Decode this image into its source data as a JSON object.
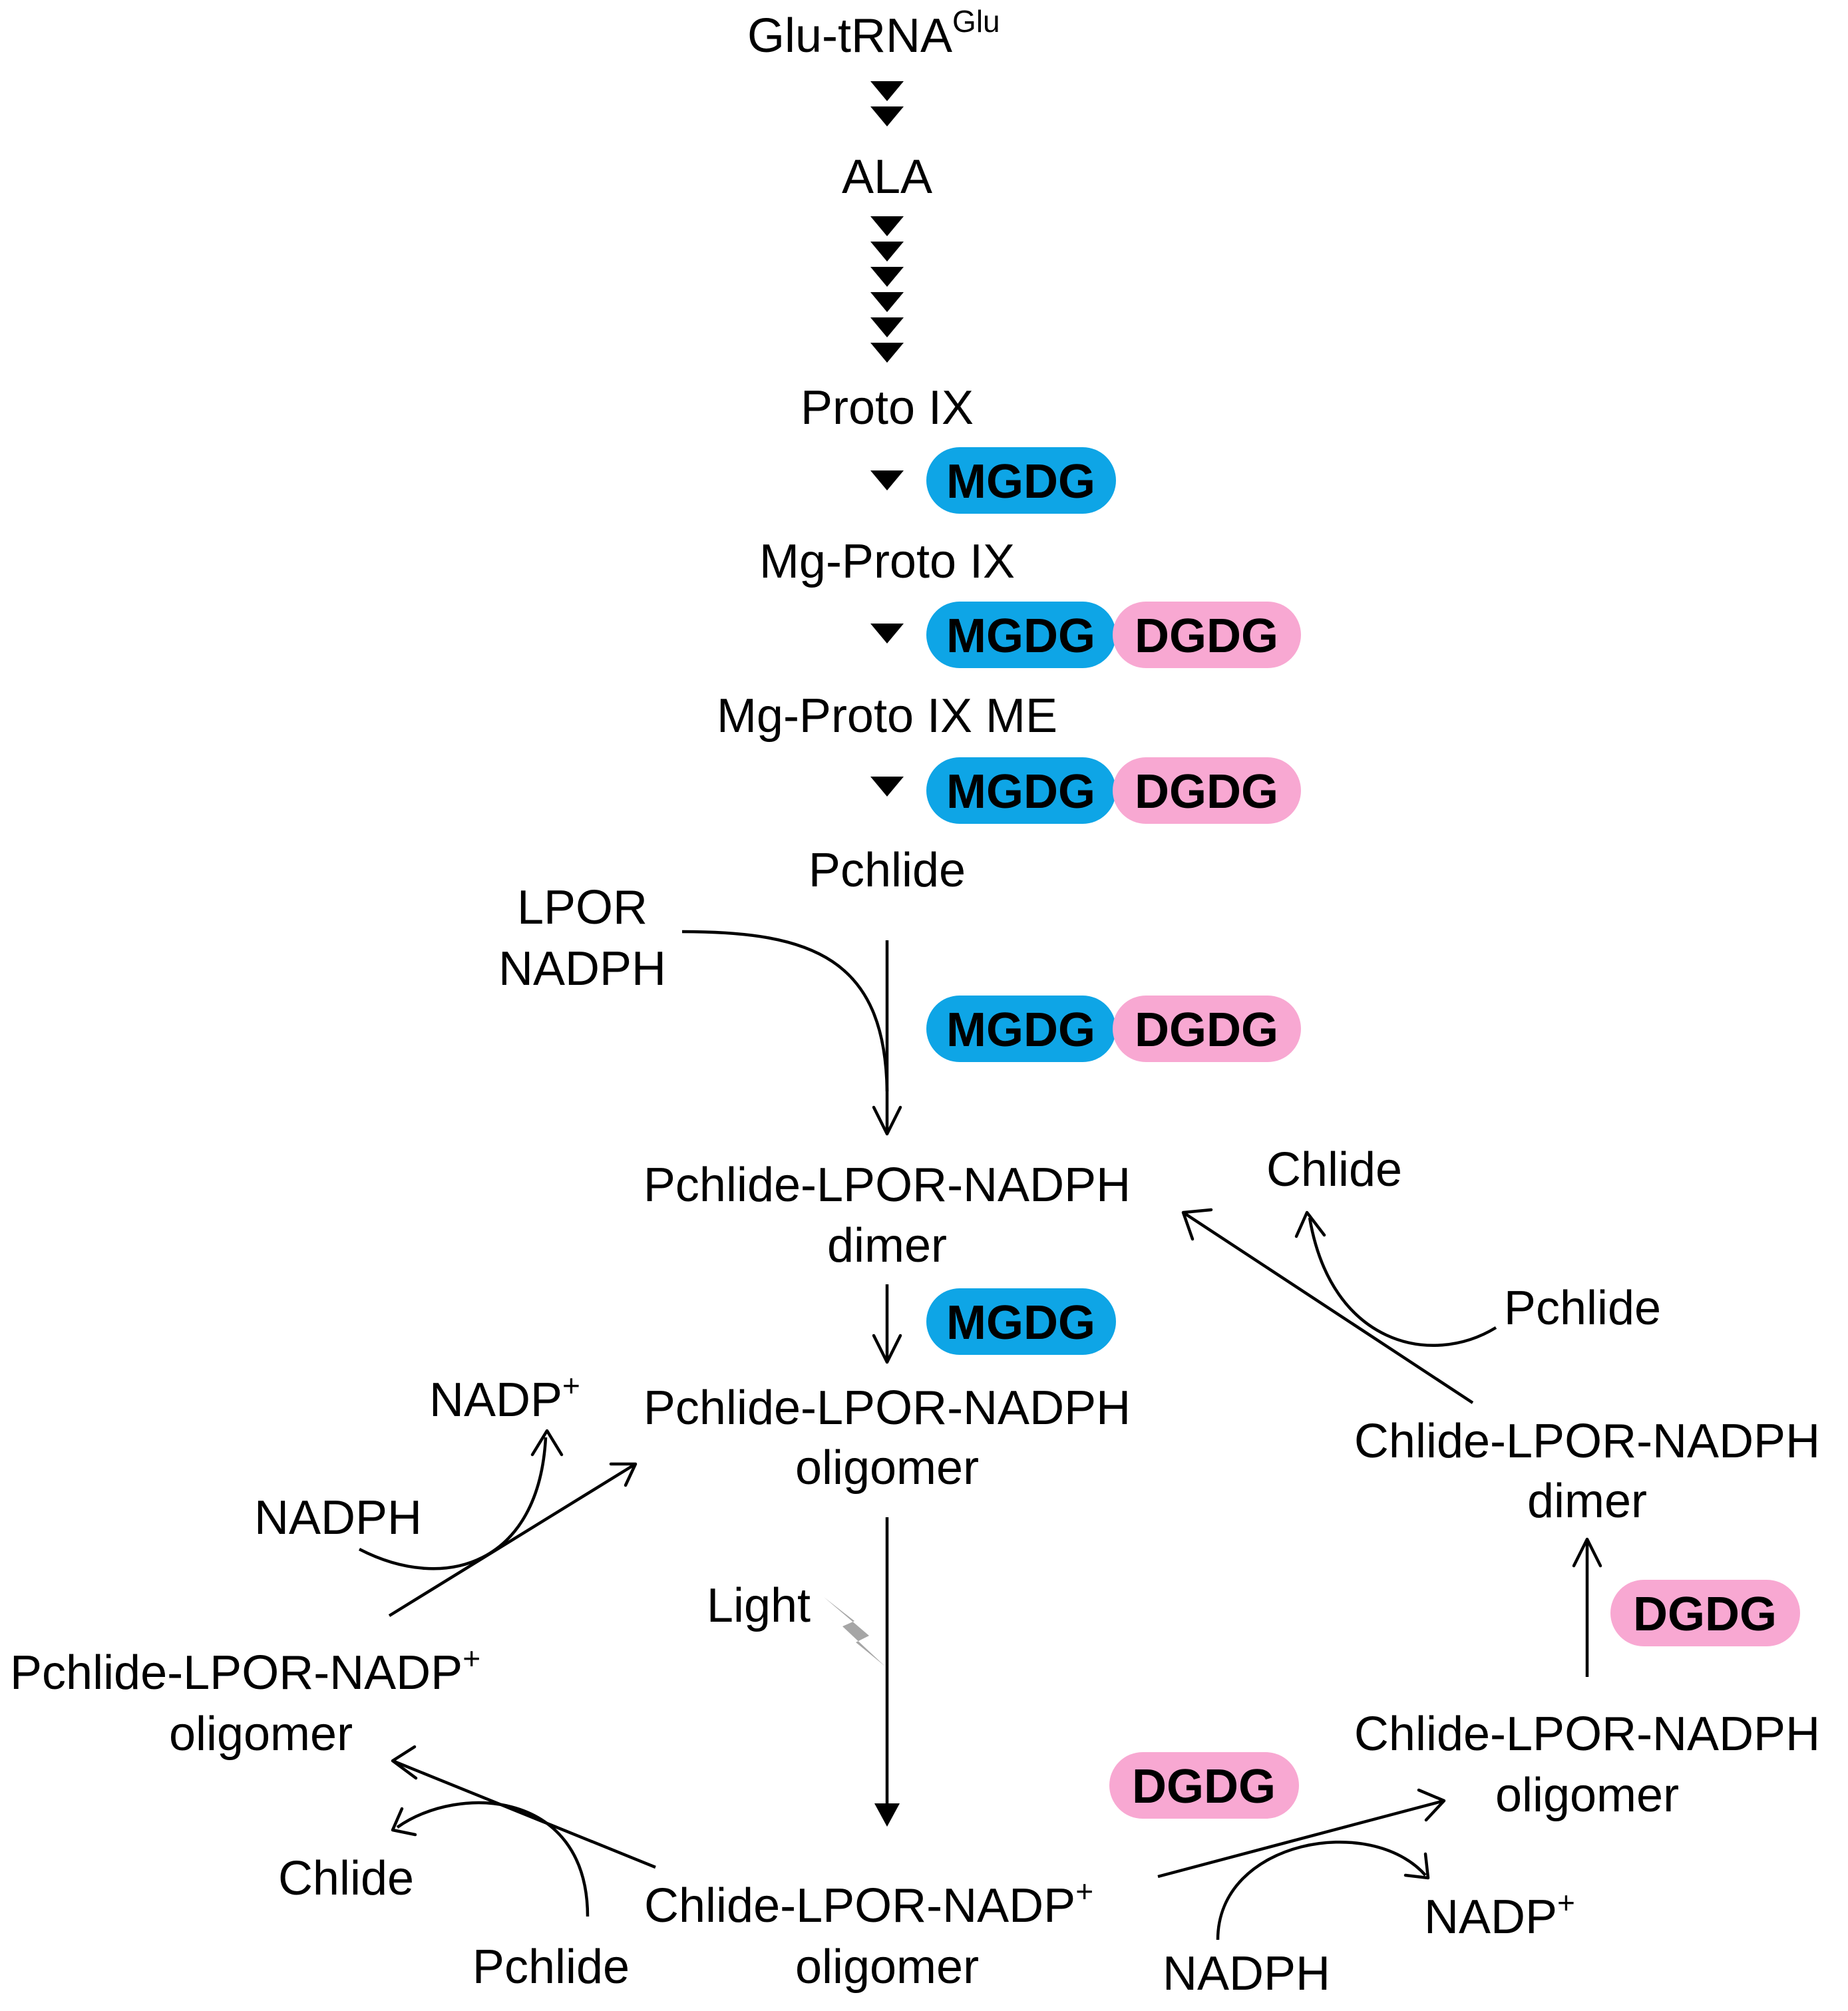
{
  "colors": {
    "mgdg": "#0EA5E6",
    "dgdg": "#F8A8D2",
    "light_bolt": "#A6A6A6",
    "line": "#000000"
  },
  "pill_labels": {
    "mgdg": "MGDG",
    "dgdg": "DGDG"
  },
  "nodes": {
    "glu_trna": "Glu-tRNA",
    "glu_trna_sup": "Glu",
    "ala": "ALA",
    "proto_ix": "Proto IX",
    "mg_proto_ix": "Mg-Proto IX",
    "mg_proto_ix_me": "Mg-Proto IX ME",
    "pchlide_top": "Pchlide",
    "lpor": "LPOR",
    "nadph_top": "NADPH",
    "pchlide_lpor_nadph_dimer_1": "Pchlide-LPOR-NADPH",
    "pchlide_lpor_nadph_dimer_2": "dimer",
    "pchlide_lpor_nadph_oligomer_1": "Pchlide-LPOR-NADPH",
    "pchlide_lpor_nadph_oligomer_2": "oligomer",
    "light": "Light",
    "chlide_lpor_nadp_oligomer_1": "Chlide-LPOR-NADP",
    "chlide_lpor_nadp_oligomer_sup": "+",
    "chlide_lpor_nadp_oligomer_2": "oligomer",
    "pchlide_lpor_nadp_oligomer_1": "Pchlide-LPOR-NADP",
    "pchlide_lpor_nadp_oligomer_sup": "+",
    "pchlide_lpor_nadp_oligomer_2": "oligomer",
    "nadp_left": "NADP",
    "nadp_left_sup": "+",
    "nadph_left": "NADPH",
    "chlide_left": "Chlide",
    "pchlide_bottom_left": "Pchlide",
    "nadph_bottom": "NADPH",
    "nadp_bottom_right": "NADP",
    "nadp_bottom_right_sup": "+",
    "chlide_lpor_nadph_oligomer_1": "Chlide-LPOR-NADPH",
    "chlide_lpor_nadph_oligomer_2": "oligomer",
    "chlide_lpor_nadph_dimer_1": "Chlide-LPOR-NADPH",
    "chlide_lpor_nadph_dimer_2": "dimer",
    "chlide_right": "Chlide",
    "pchlide_right": "Pchlide"
  }
}
